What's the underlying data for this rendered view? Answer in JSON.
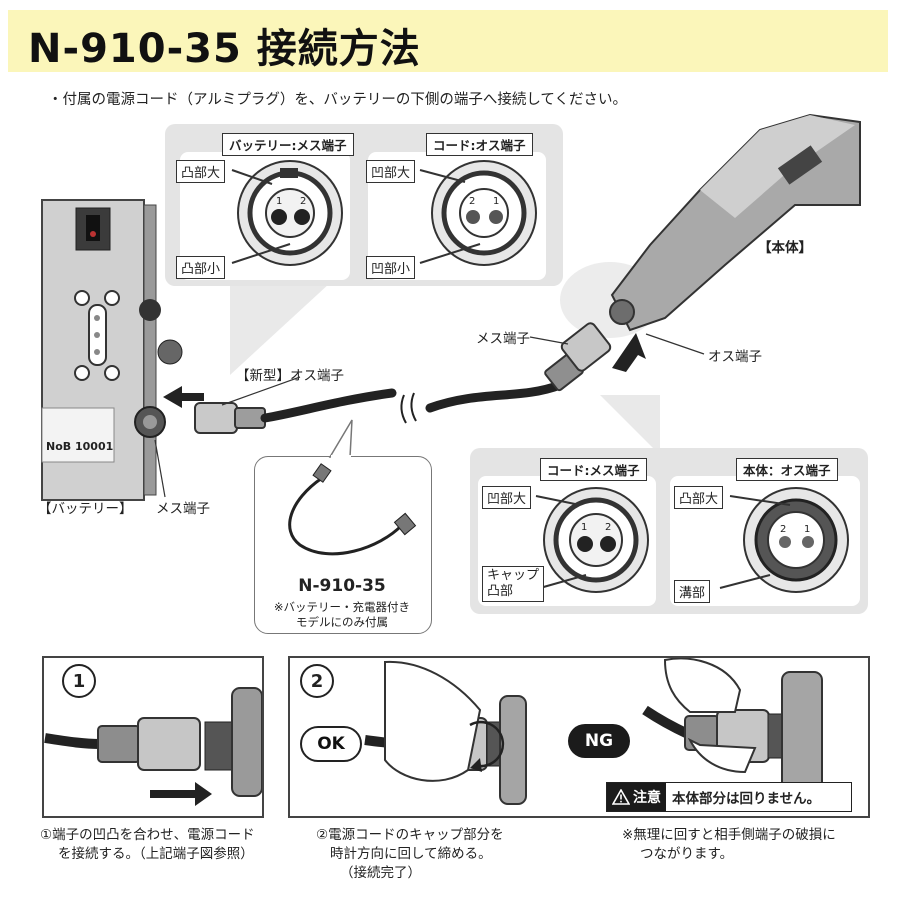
{
  "title": "N-910-35 接続方法",
  "intro": "・付属の電源コード（アルミプラグ）を、バッテリーの下側の端子へ接続してください。",
  "top_left_panel": {
    "tag_left": "バッテリー:メス端子",
    "tag_right": "コード:オス端子",
    "label_tl": "凸部大",
    "label_bl": "凸部小",
    "label_tr": "凹部大",
    "label_br": "凹部小"
  },
  "bottom_right_panel": {
    "tag_left": "コード:メス端子",
    "tag_right": "本体：オス端子",
    "label_tl": "凹部大",
    "label_bl_1": "キャップ",
    "label_bl_2": "凸部",
    "label_tr": "凸部大",
    "label_br": "溝部"
  },
  "pins": {
    "one": "1",
    "two": "2"
  },
  "main_labels": {
    "new_male": "【新型】オス端子",
    "female_center": "メス端子",
    "male_right": "オス端子",
    "body": "【本体】",
    "battery": "【バッテリー】",
    "female_battery": "メス端子",
    "serial": "NoB 10001"
  },
  "product": {
    "name": "N-910-35",
    "note_1": "※バッテリー・充電器付き",
    "note_2": "モデルにのみ付属"
  },
  "steps": [
    {
      "num": "1",
      "caption_1": "①端子の凹凸を合わせ、電源コード",
      "caption_2": "を接続する。（上記端子図参照）"
    },
    {
      "num": "2",
      "ok": "OK",
      "ng": "NG",
      "caption_1": "②電源コードのキャップ部分を",
      "caption_2": "時計方向に回して締める。",
      "caption_3": "（接続完了）"
    }
  ],
  "warning": {
    "label": "注意",
    "text": "本体部分は回りません。"
  },
  "ng_note_1": "※無理に回すと相手側端子の破損に",
  "ng_note_2": "つながります。"
}
